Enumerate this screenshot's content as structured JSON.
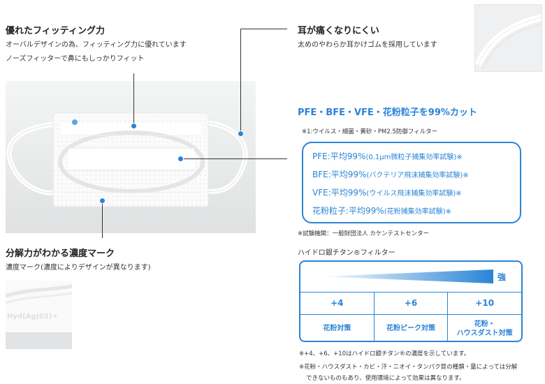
{
  "fitting": {
    "title": "優れたフィッティング力",
    "line1": "オーバルデザインの為、フィッティング力に優れています",
    "line2": "ノーズフィッターで鼻にもしっかりフィット"
  },
  "ear": {
    "title": "耳が痛くなりにくい",
    "desc": "太めのやわらか耳かけゴムを採用しています"
  },
  "density": {
    "title": "分解力がわかる濃度マーク",
    "desc": "濃度マーク(濃度によりデザインが異なります)",
    "mark_text": "Hyd(Ag)02)+"
  },
  "pfe": {
    "title": "PFE・BFE・VFE・花粉粒子を99%カット",
    "note": "※1:ウイルス・細菌・黄砂・PM2.5防御フィルター",
    "rows": [
      {
        "main": "PFE:平均99%",
        "sub": "(0.1μm微粒子捕集効率試験)※"
      },
      {
        "main": "BFE:平均99%",
        "sub": "(バクテリア飛沫捕集効率試験)※"
      },
      {
        "main": "VFE:平均99%",
        "sub": "(ウイルス飛沫捕集効率試験)※"
      },
      {
        "main": "花粉粒子:平均99%",
        "sub": "(花粉捕集効率試験)※"
      }
    ],
    "agency": "※試験機関：一般財団法人 カケンテストセンター"
  },
  "filter": {
    "title": "ハイドロ銀チタン®フィルター",
    "strength": "強",
    "levels": [
      "+4",
      "+6",
      "+10"
    ],
    "effects": [
      [
        "花粉対策"
      ],
      [
        "花粉ピーク対策"
      ],
      [
        "花粉・",
        "ハウスダスト対策"
      ]
    ]
  },
  "footnotes": {
    "note1": "※+4、+6、+10はハイドロ銀チタン®の濃度を示しています。",
    "note2a": "※花粉・ハウスダスト・カビ・汗・ニオイ・タンパク質の種類・量によっては分解",
    "note2b": "できないものもあり、使用環境によって効果は異なります。"
  },
  "colors": {
    "accent": "#2a84d6"
  }
}
